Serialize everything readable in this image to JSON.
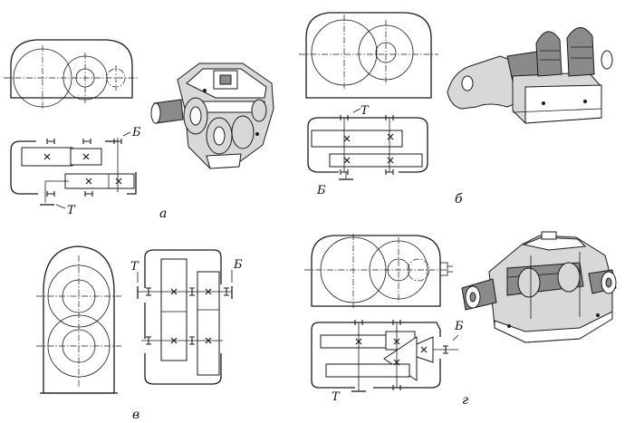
{
  "panels": {
    "a": {
      "caption": "а",
      "input_shaft_label": "Б",
      "output_shaft_label": "Т"
    },
    "b": {
      "caption": "б",
      "input_shaft_label": "Б",
      "output_shaft_label": "Т"
    },
    "v": {
      "caption": "в",
      "input_shaft_label": "Б",
      "output_shaft_label": "Т"
    },
    "g": {
      "caption": "г",
      "input_shaft_label": "Б",
      "output_shaft_label": "Т"
    }
  },
  "icons": {
    "gear_mesh_marker": "x-mark-icon",
    "bearing": "bearing-icon"
  }
}
